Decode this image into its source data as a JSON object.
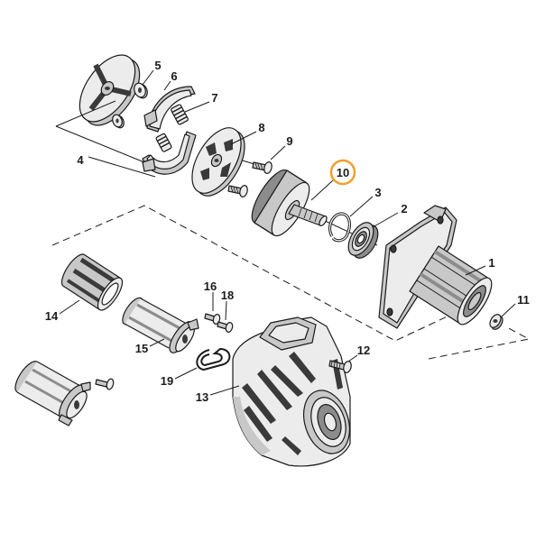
{
  "diagram": {
    "callouts": [
      "1",
      "2",
      "3",
      "4",
      "5",
      "6",
      "7",
      "8",
      "9",
      "10",
      "11",
      "12",
      "13",
      "14",
      "15",
      "16",
      "18",
      "19"
    ]
  },
  "colors": {
    "highlight": "#f0a030",
    "line": "#1a1a1a",
    "shade_light": "#ececec",
    "shade_mid": "#c8c8c8",
    "shade_dark": "#8c8c8c"
  }
}
